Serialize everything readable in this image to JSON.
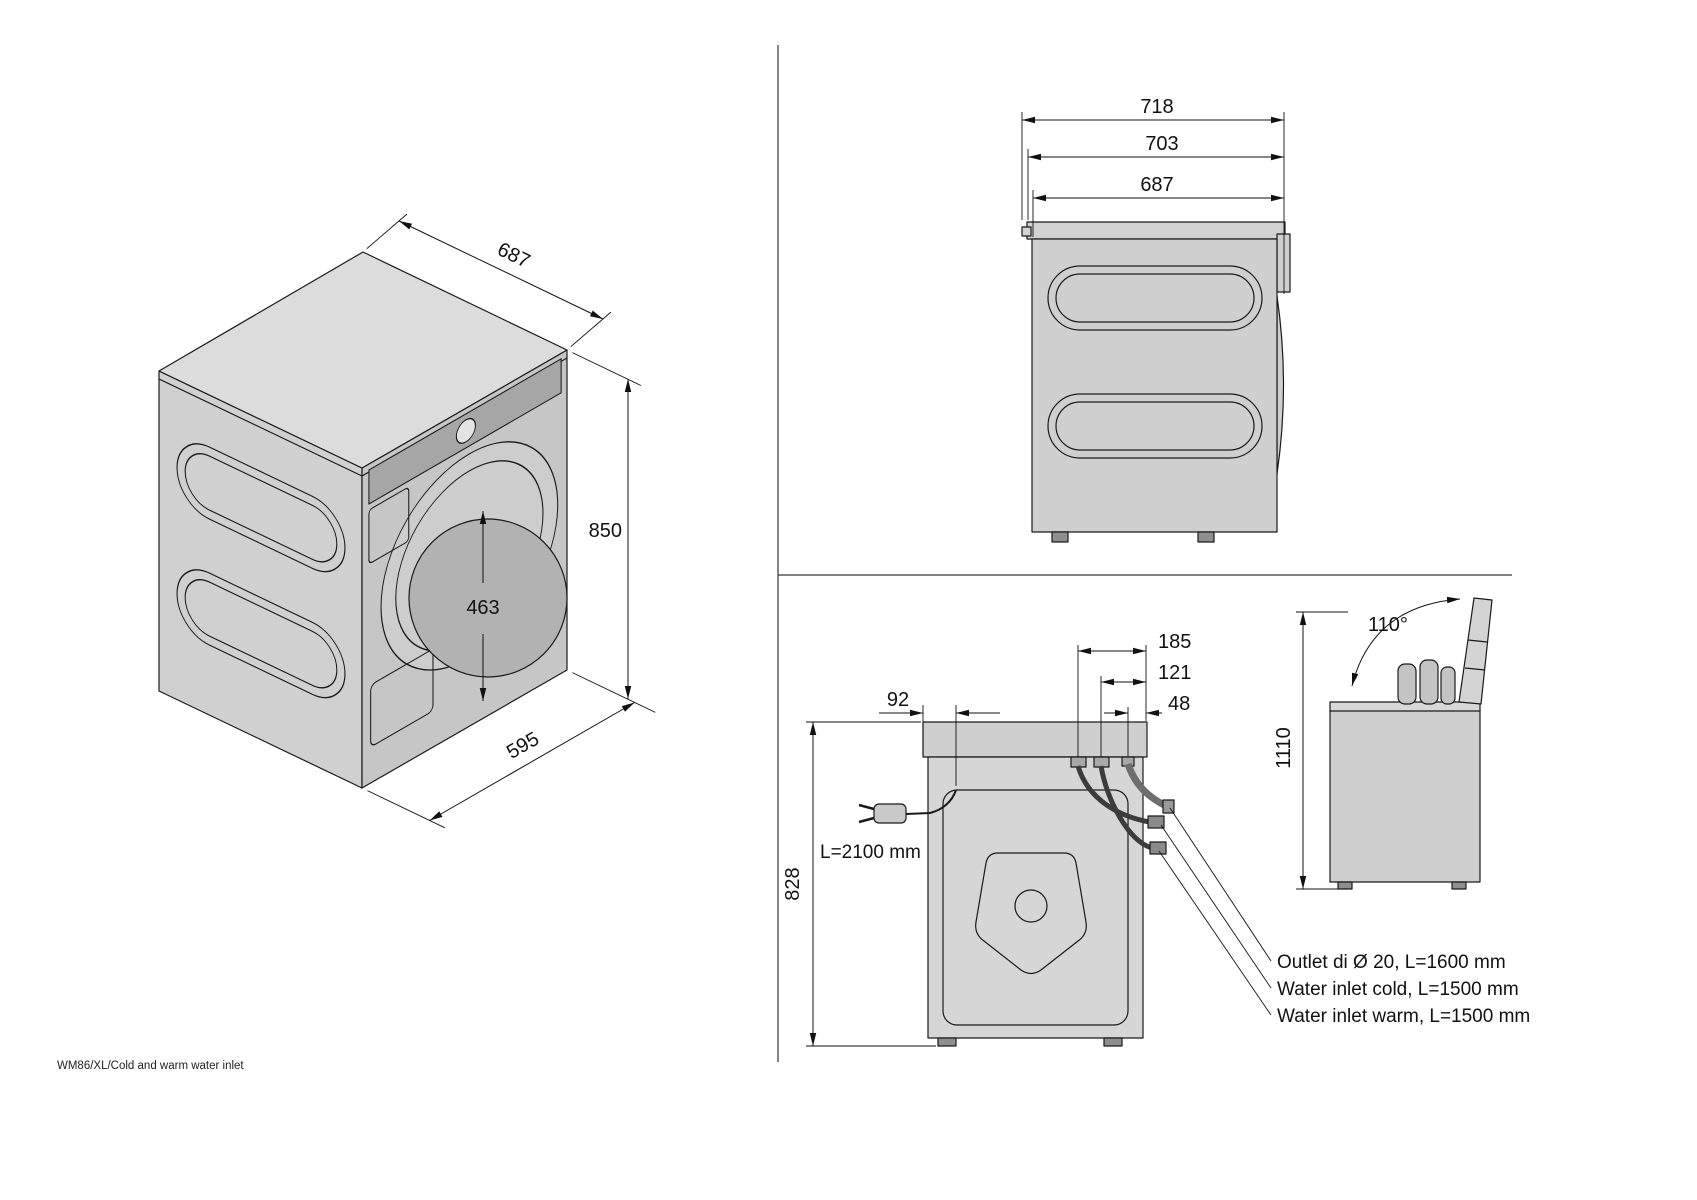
{
  "page": {
    "caption": "WM86/XL/Cold and warm water inlet"
  },
  "isometric_view": {
    "dim_depth": "687",
    "dim_height": "850",
    "dim_door": "463",
    "dim_width": "595"
  },
  "side_view": {
    "dim_total": "718",
    "dim_mid": "703",
    "dim_body": "687"
  },
  "rear_view": {
    "dim_185": "185",
    "dim_121": "121",
    "dim_48": "48",
    "dim_92": "92",
    "dim_828": "828",
    "cord_length": "L=2100 mm",
    "label_outlet": "Outlet di Ø 20, L=1600 mm",
    "label_inlet_cold": "Water inlet cold, L=1500 mm",
    "label_inlet_warm": "Water inlet warm, L=1500 mm"
  },
  "lid_view": {
    "dim_angle": "110°",
    "dim_height": "1110"
  }
}
